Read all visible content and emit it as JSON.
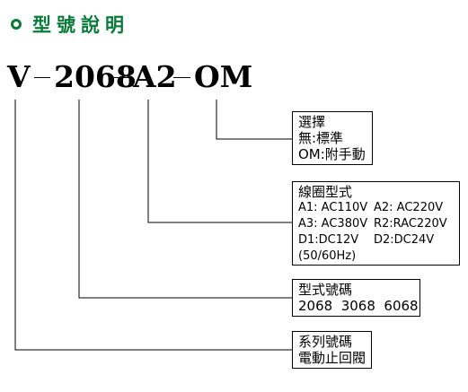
{
  "heading": {
    "title": "型號說明"
  },
  "model_code": {
    "v": "V",
    "number": "2068",
    "coil": "A2",
    "option": "OM"
  },
  "select_box": {
    "title": "選擇",
    "line1": "無:標準",
    "line2": "OM:附手動"
  },
  "coil_box": {
    "title": "線圈型式",
    "rows": [
      [
        "A1: AC110V",
        "A2: AC220V"
      ],
      [
        "A3: AC380V",
        "R2:RAC220V"
      ],
      [
        "D1:DC12V",
        "D2:DC24V"
      ]
    ],
    "freq": "(50/60Hz)"
  },
  "model_box": {
    "title": "型式號碼",
    "values": "2068  3068  6068"
  },
  "series_box": {
    "line1": "系列號碼",
    "line2": "電動止回閥"
  },
  "colors": {
    "accent": "#0a7a3a",
    "line": "#000000"
  }
}
